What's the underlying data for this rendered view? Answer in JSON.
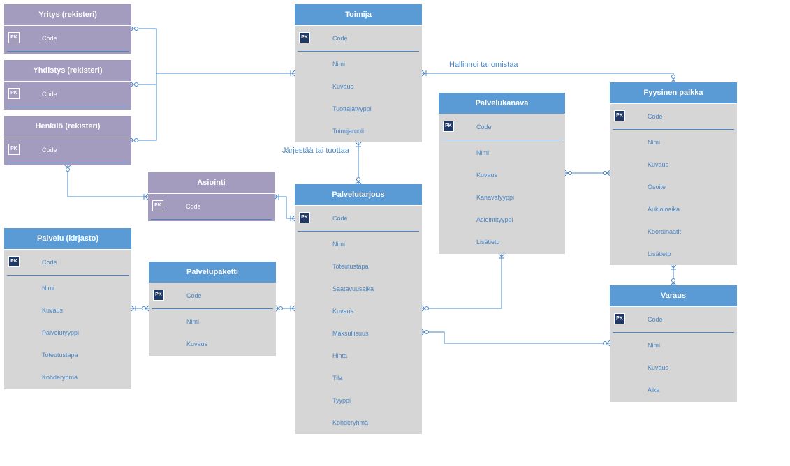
{
  "pk_badge": "PK",
  "colors": {
    "header_blue": "#5b9bd5",
    "registry_purple": "#a49cbf",
    "body_gray": "#d6d6d6",
    "line_blue": "#4a86c5",
    "pk_dark": "#1f3864"
  },
  "entities": {
    "yritys": {
      "title": "Yritys (rekisteri)",
      "pk": "Code",
      "attrs": []
    },
    "yhdistys": {
      "title": "Yhdistys  (rekisteri)",
      "pk": "Code",
      "attrs": []
    },
    "henkilo": {
      "title": "Henkilö  (rekisteri)",
      "pk": "Code",
      "attrs": []
    },
    "toimija": {
      "title": "Toimija",
      "pk": "Code",
      "attrs": [
        "Nimi",
        "Kuvaus",
        "Tuottajatyyppi",
        "Toimijarooli"
      ]
    },
    "asiointi": {
      "title": "Asiointi",
      "pk": "Code",
      "attrs": []
    },
    "palvelutarjous": {
      "title": "Palvelutarjous",
      "pk": "Code",
      "attrs": [
        "Nimi",
        "Toteutustapa",
        "Saatavuusaika",
        "Kuvaus",
        "Maksullisuus",
        "Hinta",
        "Tila",
        "Tyyppi",
        "Kohderyhmä"
      ]
    },
    "palvelukanava": {
      "title": "Palvelukanava",
      "pk": "Code",
      "attrs": [
        "Nimi",
        "Kuvaus",
        "Kanavatyyppi",
        "Asiointityyppi",
        "Lisätieto"
      ]
    },
    "fyysinen": {
      "title": "Fyysinen paikka",
      "pk": "Code",
      "attrs": [
        "Nimi",
        "Kuvaus",
        "Osoite",
        "Aukioloaika",
        "Koordinaatit",
        "Lisätieto"
      ]
    },
    "palvelu": {
      "title": "Palvelu (kirjasto)",
      "pk": "Code",
      "attrs": [
        "Nimi",
        "Kuvaus",
        "Palvelutyyppi",
        "Toteutustapa",
        "Kohderyhmä"
      ]
    },
    "palvelupaketti": {
      "title": "Palvelupaketti",
      "pk": "Code",
      "attrs": [
        "Nimi",
        "Kuvaus"
      ]
    },
    "varaus": {
      "title": "Varaus",
      "pk": "Code",
      "attrs": [
        "Nimi",
        "Kuvaus",
        "Aika"
      ]
    }
  },
  "relationships": {
    "hallinnoi": "Hallinnoi tai omistaa",
    "jarjestaa": "Järjestää tai tuottaa"
  }
}
